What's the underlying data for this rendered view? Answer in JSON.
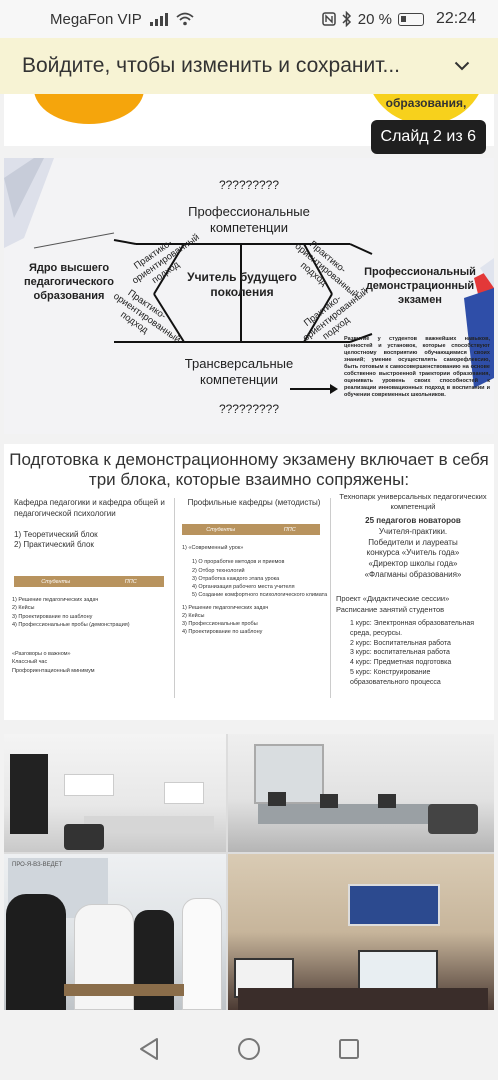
{
  "status_bar": {
    "carrier": "MegaFon VIP",
    "battery": "20 %",
    "time": "22:24"
  },
  "banner": {
    "text": "Войдите, чтобы изменить и сохранит..."
  },
  "slide1": {
    "badge_text": "образования,"
  },
  "slide_counter": "Слайд 2 из 6",
  "slide2": {
    "question_top": "?????????",
    "prof_comp": "Профессиональные компетенции",
    "core": "Ядро высшего педагогического образования",
    "center": "Учитель будущего поколения",
    "exam": "Профессиональный демонстрационный экзамен",
    "trans_comp": "Трансверсальные компетенции",
    "question_bottom": "?????????",
    "rot_label": "Практико-ориентированный подход",
    "note": "Развитие у студентов важнейших навыков, ценностей и установок, которые способствуют целостному восприятию обучающимися своих знаний; умение осуществлять саморефлексию, быть готовым к самосовершенствованию на основе собственно выстроенной траектории образования, оценивать уровень своих способностей к реализации инновационных подход в воспитании и обучении современных школьников."
  },
  "slide3": {
    "title": "Подготовка к демонстрационному экзамену включает в себя три блока, которые взаимно сопряжены:",
    "col1": {
      "header": "Кафедра педагогики и кафедра общей и педагогической психологии",
      "items": [
        "1)  Теоретический блок",
        "2)  Практический блок"
      ],
      "bar_left": "Студенты",
      "bar_right": "ППС",
      "list": [
        "1)     Решение педагогических задач",
        "2)     Кейсы",
        "3)     Проектирование по шаблону",
        "4)     Профессиональные пробы (демонстрация)"
      ],
      "extra": [
        "«Разговоры о важном»",
        "Классный час",
        "Профориентационный минимум"
      ]
    },
    "col2": {
      "header": "Профильные кафедры (методисты)",
      "bar_left": "Студенты",
      "bar_right": "ППС",
      "lesson": "1)    «Современный урок»",
      "sub": [
        "1) О проработке методов и приемов",
        "2) Отбор технологий",
        "3) Отработка каждого этапа урока",
        "4) Организация рабочего места учителя",
        "5) Создание комфортного психологического климата"
      ],
      "list": [
        "1)     Решение педагогических задач",
        "2)     Кейсы",
        "3)     Профессиональные пробы",
        "4)     Проектирование по шаблону"
      ]
    },
    "col3": {
      "header": "Технопарк универсальных педагогических компетенций",
      "bold": "25 педагогов новаторов",
      "lines": [
        "Учителя-практики.",
        "Победители и лауреаты",
        "конкурса «Учитель года»",
        "«Директор школы года»",
        "«Флагманы образования»"
      ],
      "project": "Проект «Дидактические сессии»",
      "schedule": "Расписание занятий студентов",
      "courses": [
        "1 курс: Электронная образовательная среда, ресурсы.",
        "2 курс: Воспитательная работа",
        "3 курс: воспитательная работа",
        "4 курс: Предметная подготовка",
        "5 курс: Конструирование образовательного процесса"
      ]
    }
  },
  "slide4": {
    "wall_text": "ПРО-Я-ВЗ-ВЕДЕТ"
  },
  "colors": {
    "banner_bg": "#f7f3d4",
    "bar_gold": "#b8935e",
    "badge_bg": "#1f1f1f"
  }
}
